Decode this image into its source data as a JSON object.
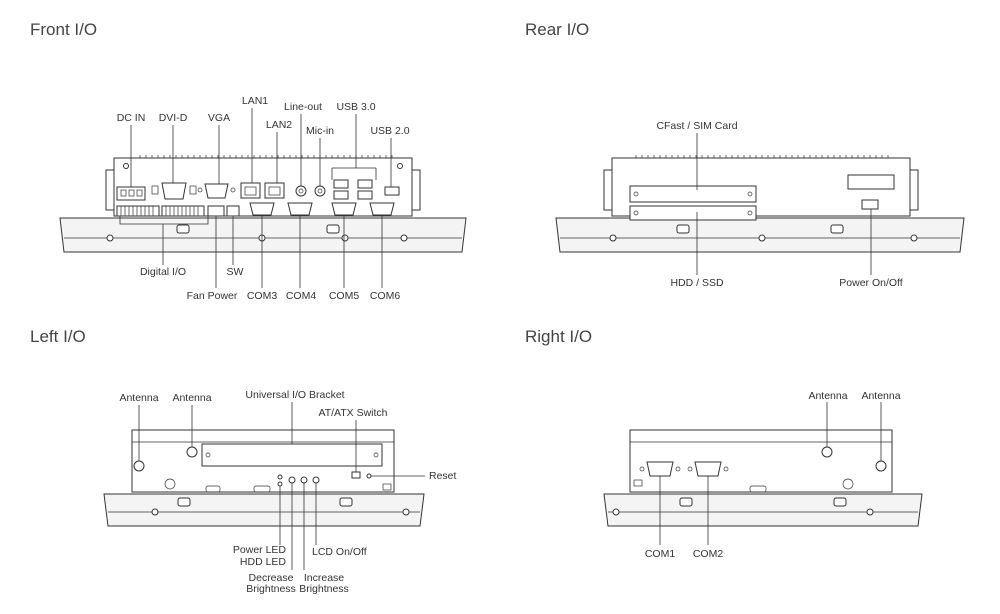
{
  "sections": {
    "front": "Front I/O",
    "rear": "Rear I/O",
    "left": "Left I/O",
    "right": "Right I/O"
  },
  "front_labels": {
    "dc_in": "DC IN",
    "dvi_d": "DVI-D",
    "vga": "VGA",
    "lan1": "LAN1",
    "lan2": "LAN2",
    "line_out": "Line-out",
    "mic_in": "Mic-in",
    "usb30": "USB 3.0",
    "usb20": "USB 2.0",
    "digital_io": "Digital I/O",
    "fan_power": "Fan Power",
    "sw": "SW",
    "com3": "COM3",
    "com4": "COM4",
    "com5": "COM5",
    "com6": "COM6"
  },
  "rear_labels": {
    "cfast": "CFast / SIM Card",
    "hdd": "HDD / SSD",
    "power": "Power On/Off"
  },
  "left_labels": {
    "antenna1": "Antenna",
    "antenna2": "Antenna",
    "bracket": "Universal I/O Bracket",
    "atx": "AT/ATX Switch",
    "reset": "Reset",
    "power_led": "Power LED",
    "hdd_led": "HDD LED",
    "decrease_1": "Decrease",
    "decrease_2": "Brightness",
    "increase_1": "Increase",
    "increase_2": "Brightness",
    "lcd": "LCD On/Off"
  },
  "right_labels": {
    "antenna1": "Antenna",
    "antenna2": "Antenna",
    "com1": "COM1",
    "com2": "COM2"
  }
}
